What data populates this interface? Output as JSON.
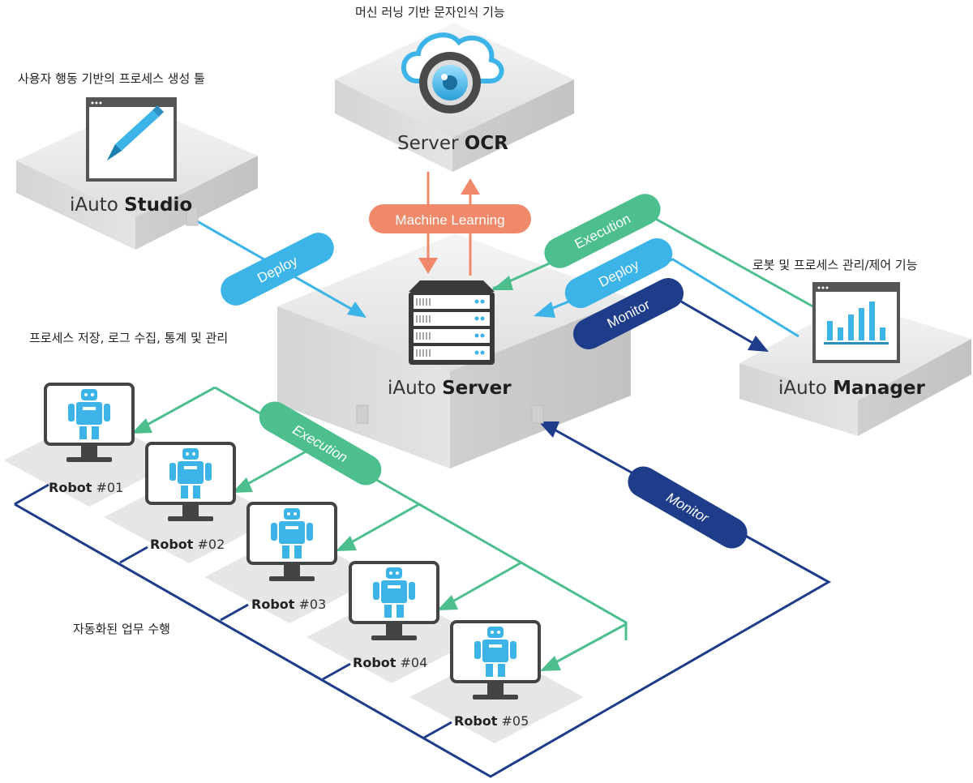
{
  "captions": {
    "studio": "사용자 행동 기반의 프로세스 생성 툴",
    "ocr": "머신 러닝 기반 문자인식 기능",
    "manager": "로봇 및 프로세스 관리/제어 기능",
    "server": "프로세스 저장, 로그 수집, 통계 및 관리",
    "robots": "자동화된 업무 수행"
  },
  "boxes": {
    "studio": {
      "prefix": "iAuto ",
      "name": "Studio"
    },
    "ocr": {
      "prefix": "Server ",
      "name": "OCR"
    },
    "server": {
      "prefix": "iAuto ",
      "name": "Server"
    },
    "manager": {
      "prefix": "iAuto ",
      "name": "Manager"
    }
  },
  "pills": {
    "deploy_left": "Deploy",
    "machine_learning": "Machine Learning",
    "execution_top": "Execution",
    "deploy_right": "Deploy",
    "monitor_top": "Monitor",
    "execution_robots": "Execution",
    "monitor_robots": "Monitor"
  },
  "robots": [
    {
      "name": "Robot",
      "num": " #01"
    },
    {
      "name": "Robot",
      "num": " #02"
    },
    {
      "name": "Robot",
      "num": " #03"
    },
    {
      "name": "Robot",
      "num": " #04"
    },
    {
      "name": "Robot",
      "num": " #05"
    }
  ],
  "colors": {
    "blue": "#3db4e8",
    "green": "#4dbf8f",
    "navy": "#1d3c8a",
    "salmon": "#f0896a"
  }
}
